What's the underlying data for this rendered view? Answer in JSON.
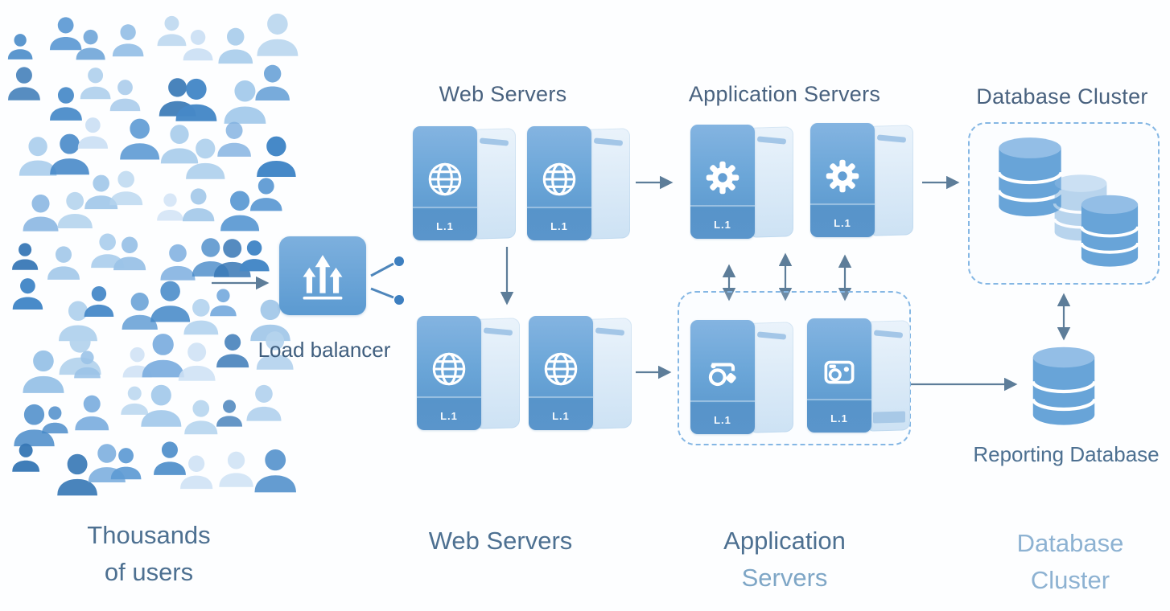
{
  "nodes": {
    "users": {
      "label_line1": "Thousands",
      "label_line2": "of users"
    },
    "load_balancer": {
      "label": "Load balancer"
    },
    "web_servers": {
      "title": "Web Servers",
      "bottom_label": "Web Servers",
      "servers": [
        {
          "label": "L.1"
        },
        {
          "label": "L.1"
        },
        {
          "label": "L.1"
        },
        {
          "label": "L.1"
        }
      ]
    },
    "app_servers": {
      "title": "Application Servers",
      "bottom_label_line1": "Application",
      "bottom_label_line2": "Servers",
      "servers": [
        {
          "label": "L.1"
        },
        {
          "label": "L.1"
        },
        {
          "label": "L.1"
        },
        {
          "label": "L.1"
        }
      ]
    },
    "database_cluster": {
      "title": "Database Cluster",
      "bottom_label_line1": "Database",
      "bottom_label_line2": "Cluster"
    },
    "reporting_database": {
      "label": "Reporting Database"
    }
  },
  "icons": {
    "user": "person-icon",
    "load_balancer": "upload-arrows-icon",
    "web_server": "globe-icon",
    "app_server": "gear-icon",
    "app_server_alt1": "timer-icon",
    "app_server_alt2": "camera-icon",
    "database": "database-cylinder-icon"
  },
  "colors": {
    "title_text": "#49627f",
    "label_text": "#4d7091",
    "muted_label": "#7ea6c6",
    "faint_label": "#8db2d2",
    "arrow": "#5d7d99",
    "dashed_border": "#85b7e4",
    "server_front": "#6ba6d8",
    "server_side": "#d9e9f7",
    "database_fill": "#68a4d8",
    "load_balancer_fill": "#63a0d4"
  },
  "crowd": {
    "count": 72,
    "palette": [
      "#cfe2f5",
      "#b5d4ee",
      "#9cc4e8",
      "#7fb0e0",
      "#5e9bd4",
      "#4689c8",
      "#3878b6",
      "#a9cdec"
    ]
  }
}
